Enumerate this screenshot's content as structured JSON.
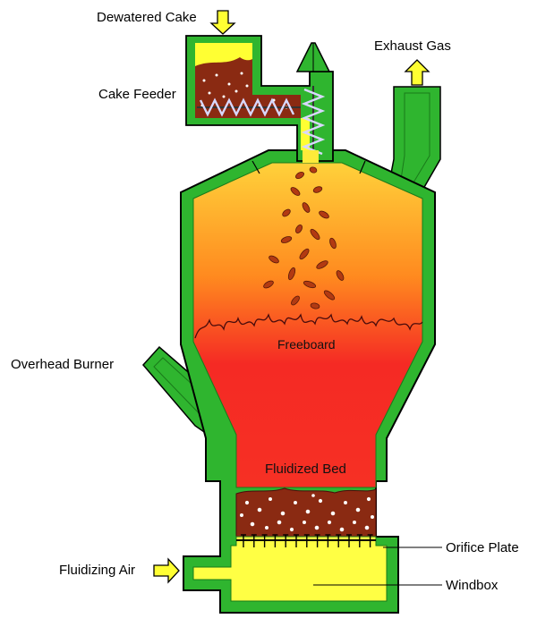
{
  "labels": {
    "dewatered_cake": "Dewatered Cake",
    "exhaust_gas": "Exhaust Gas",
    "cake_feeder": "Cake Feeder",
    "overhead_burner": "Overhead Burner",
    "freeboard": "Freeboard",
    "fluidized_bed": "Fluidized Bed",
    "orifice_plate": "Orifice Plate",
    "fluidizing_air": "Fluidizing Air",
    "windbox": "Windbox"
  },
  "colors": {
    "wall_green": "#2fb52f",
    "wall_outline": "#000000",
    "fire_top": "#ffd13a",
    "fire_mid": "#ff8a1f",
    "fire_bottom": "#f52a24",
    "sludge_brown": "#8a2a12",
    "windbox_yellow": "#ffff44",
    "arrow_yellow": "#ffff33"
  }
}
